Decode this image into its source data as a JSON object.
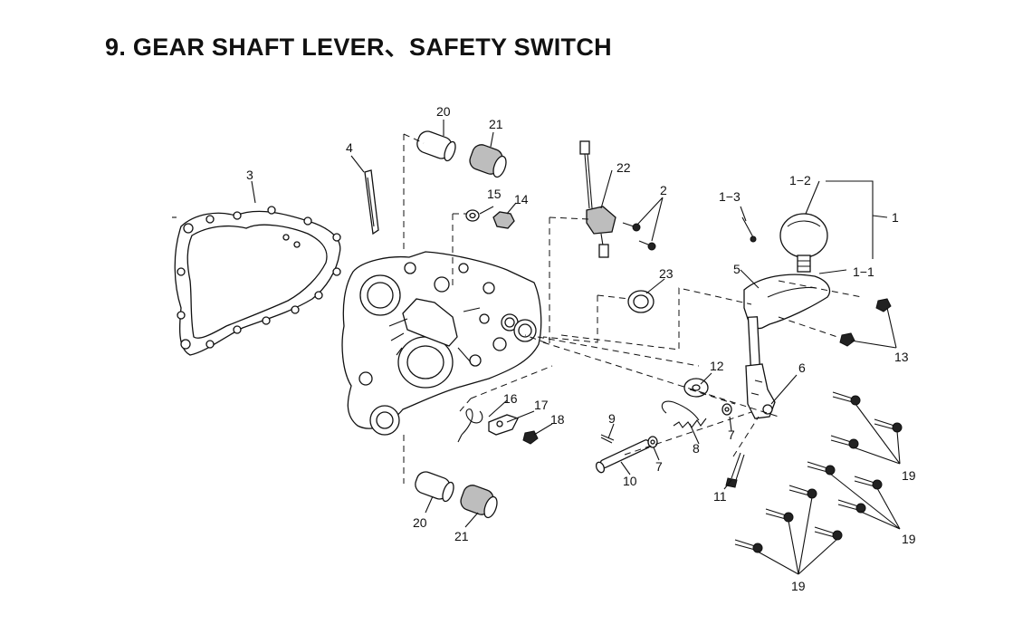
{
  "title": "9. GEAR SHAFT LEVER、SAFETY SWITCH",
  "callouts": [
    {
      "id": "c1",
      "text": "1"
    },
    {
      "id": "c1-1",
      "text": "1−1"
    },
    {
      "id": "c1-2",
      "text": "1−2"
    },
    {
      "id": "c1-3",
      "text": "1−3"
    },
    {
      "id": "c2",
      "text": "2"
    },
    {
      "id": "c3",
      "text": "3"
    },
    {
      "id": "c4",
      "text": "4"
    },
    {
      "id": "c5",
      "text": "5"
    },
    {
      "id": "c6",
      "text": "6"
    },
    {
      "id": "c7a",
      "text": "7"
    },
    {
      "id": "c7b",
      "text": "7"
    },
    {
      "id": "c8",
      "text": "8"
    },
    {
      "id": "c9",
      "text": "9"
    },
    {
      "id": "c10",
      "text": "10"
    },
    {
      "id": "c11",
      "text": "11"
    },
    {
      "id": "c12",
      "text": "12"
    },
    {
      "id": "c13",
      "text": "13"
    },
    {
      "id": "c14",
      "text": "14"
    },
    {
      "id": "c15",
      "text": "15"
    },
    {
      "id": "c16",
      "text": "16"
    },
    {
      "id": "c17",
      "text": "17"
    },
    {
      "id": "c18",
      "text": "18"
    },
    {
      "id": "c19a",
      "text": "19"
    },
    {
      "id": "c19b",
      "text": "19"
    },
    {
      "id": "c19c",
      "text": "19"
    },
    {
      "id": "c20a",
      "text": "20"
    },
    {
      "id": "c20b",
      "text": "20"
    },
    {
      "id": "c21a",
      "text": "21"
    },
    {
      "id": "c21b",
      "text": "21"
    },
    {
      "id": "c22",
      "text": "22"
    },
    {
      "id": "c23",
      "text": "23"
    }
  ]
}
